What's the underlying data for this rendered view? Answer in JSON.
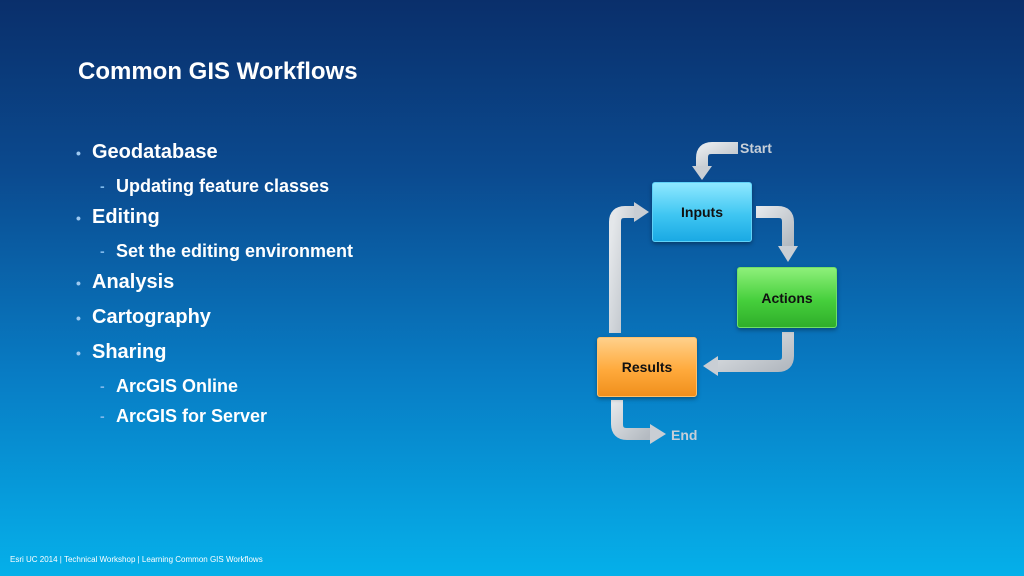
{
  "slide": {
    "title": "Common GIS Workflows"
  },
  "bullets": [
    {
      "label": "Geodatabase",
      "subitems": [
        "Updating feature classes"
      ]
    },
    {
      "label": "Editing",
      "subitems": [
        "Set the editing environment"
      ]
    },
    {
      "label": "Analysis",
      "subitems": []
    },
    {
      "label": "Cartography",
      "subitems": []
    },
    {
      "label": "Sharing",
      "subitems": [
        "ArcGIS Online",
        "ArcGIS for Server"
      ]
    }
  ],
  "diagram": {
    "start_label": "Start",
    "end_label": "End",
    "nodes": {
      "inputs": "Inputs",
      "actions": "Actions",
      "results": "Results"
    },
    "colors": {
      "inputs": "#3fc6f2",
      "actions": "#46cf3c",
      "results": "#ffaa3c",
      "arrow": "#c9ced4"
    }
  },
  "footer": {
    "text": "Esri UC 2014 | Technical Workshop |  Learning Common GIS Workflows"
  }
}
